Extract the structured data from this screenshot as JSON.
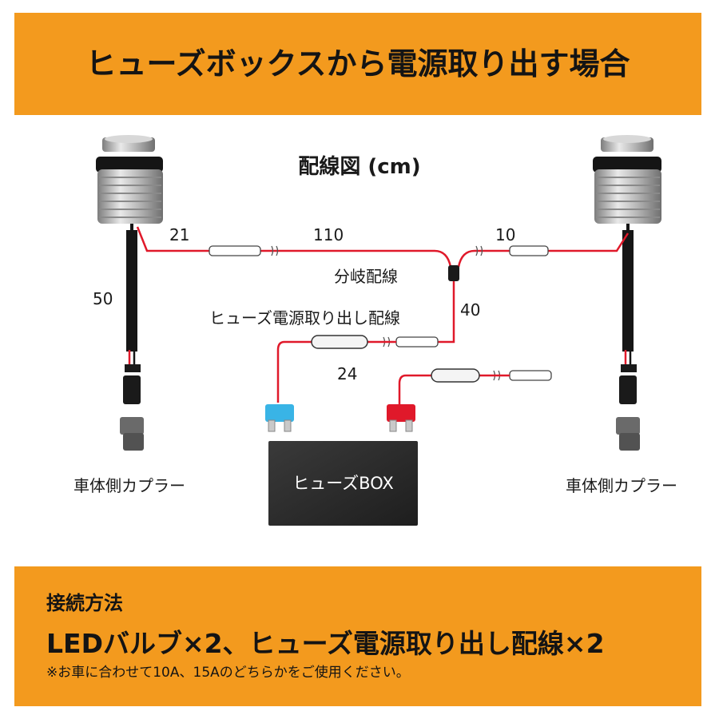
{
  "header": {
    "title": "ヒューズボックスから電源取り出す場合"
  },
  "diagram": {
    "title": "配線図 (cm)",
    "lengths": {
      "left_lead": "21",
      "main": "110",
      "right_lead": "10",
      "left_down": "50",
      "branch_down": "40",
      "fuse_lead": "24"
    },
    "labels": {
      "branch_wire": "分岐配線",
      "fuse_power_wire": "ヒューズ電源取り出し配線",
      "coupler_left": "車体側カプラー",
      "coupler_right": "車体側カプラー",
      "fuse_box": "ヒューズBOX"
    },
    "colors": {
      "wire_red": "#E0192A",
      "wire_black": "#161616",
      "fuse_blue": "#39B4E6",
      "fuse_red": "#E0192A",
      "fuse_box": "#2A2A2A",
      "accent_orange": "#F39A1E"
    }
  },
  "footer": {
    "heading": "接続方法",
    "main": "LEDバルブ×2、ヒューズ電源取り出し配線×2",
    "note": "※お車に合わせて10A、15Aのどちらかをご使用ください。"
  }
}
